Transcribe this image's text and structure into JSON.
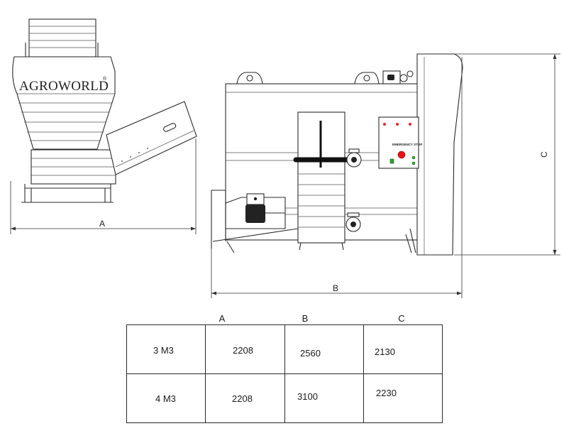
{
  "brand": {
    "logo_text": "AGROWORLD",
    "registered_mark": "®"
  },
  "panel": {
    "emergency_label": "EMERGENCY STOP"
  },
  "dimensions": {
    "a_label": "A",
    "b_label": "B",
    "c_label": "C"
  },
  "table": {
    "headers": [
      "A",
      "B",
      "C"
    ],
    "rows": [
      {
        "model": "3 M3",
        "a": "2208",
        "b": "2560",
        "c": "2130"
      },
      {
        "model": "4 M3",
        "a": "2208",
        "b": "3100",
        "c": "2230"
      }
    ]
  }
}
